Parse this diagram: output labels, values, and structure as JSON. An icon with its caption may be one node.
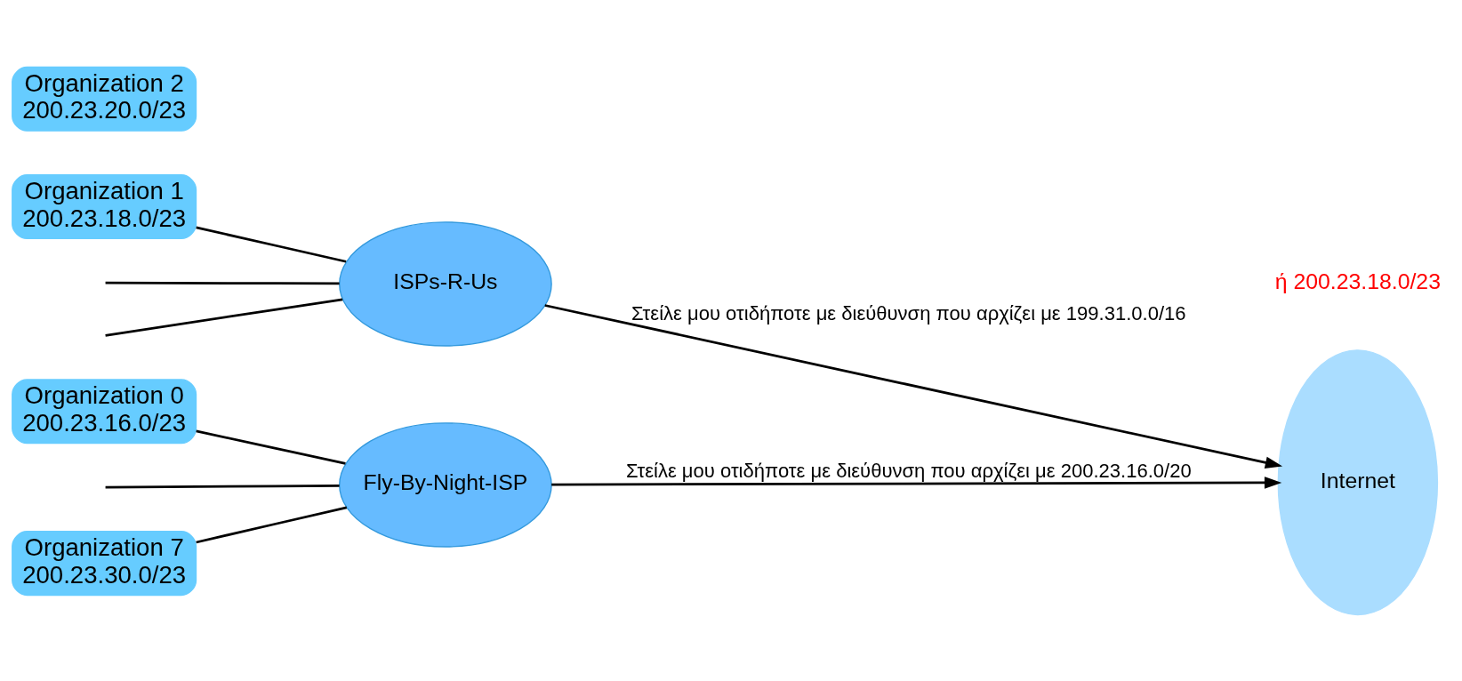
{
  "diagram": {
    "nodes": [
      {
        "text": [
          "Organization 0",
          "200.23.16.0/23"
        ]
      },
      {
        "text": [
          "Organization 2",
          "200.23.20.0/23"
        ]
      },
      {
        "text": [
          "Organization 7",
          "200.23.30.0/23"
        ]
      },
      {
        "text": [
          "Organization 1",
          "200.23.18.0/23"
        ]
      },
      {
        "text": [
          "Fly-By-Night-ISP"
        ]
      },
      {
        "text": [
          "ISPs-R-Us"
        ]
      },
      {
        "text": [
          "Internet"
        ]
      }
    ],
    "edges": [
      {
        "from": 0,
        "to": 4,
        "arrow": "none"
      },
      {
        "from": null,
        "to": 4,
        "arrow": "none"
      },
      {
        "from": 2,
        "to": 4,
        "arrow": "none"
      },
      {
        "from": 4,
        "to": 6,
        "arrow": "to",
        "label": "Στείλε μου οτιδήποτε με διεύθυνση που αρχίζει με 200.23.16.0/20"
      },
      {
        "from": null,
        "to": 5,
        "arrow": "none"
      },
      {
        "from": 3,
        "to": 5,
        "arrow": "none"
      },
      {
        "from": null,
        "to": 5,
        "arrow": "none"
      },
      {
        "from": 5,
        "to": 6,
        "arrow": "to",
        "label": "Στείλε μου οτιδήποτε με διεύθυνση που αρχίζει με 199.31.0.0/16"
      }
    ],
    "labels": [
      "ή 200.23.18.0/23"
    ]
  }
}
